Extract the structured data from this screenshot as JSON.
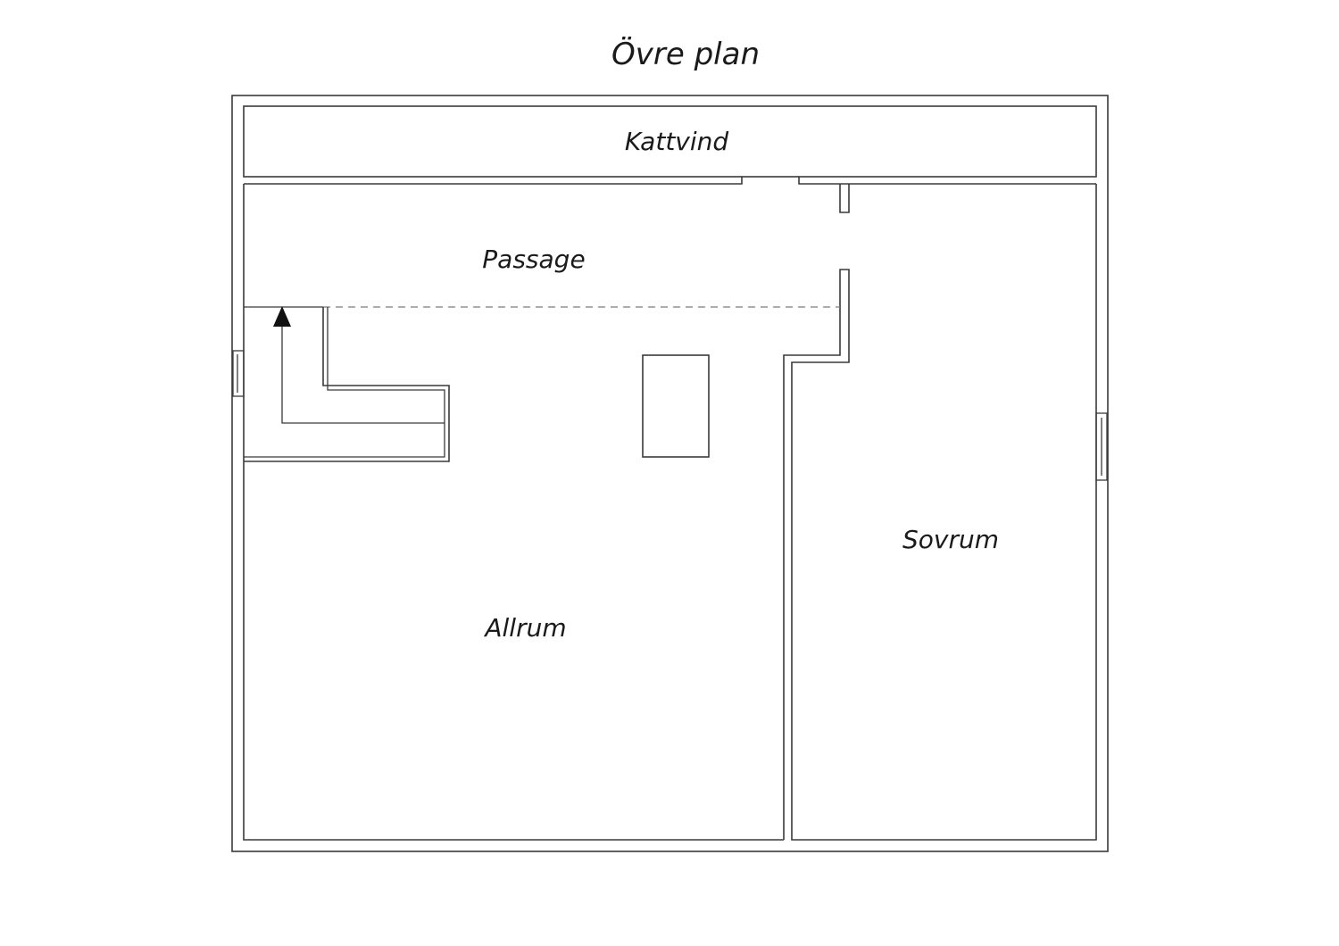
{
  "title": "Övre plan",
  "rooms": {
    "kattvind": "Kattvind",
    "passage": "Passage",
    "allrum": "Allrum",
    "sovrum": "Sovrum"
  },
  "colors": {
    "wall": "#3a3a3a",
    "text": "#1a1a1a",
    "background": "#ffffff"
  }
}
